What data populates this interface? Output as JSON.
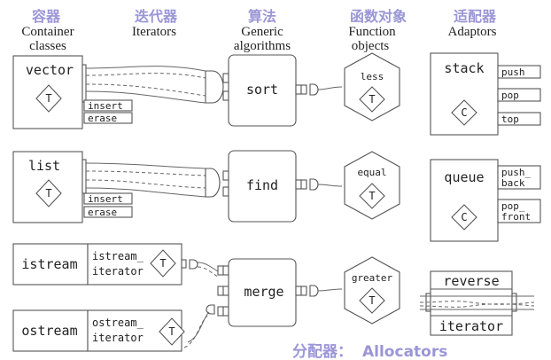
{
  "headers": {
    "containers": {
      "cn": "容器",
      "en_line1": "Container",
      "en_line2": "classes"
    },
    "iterators": {
      "cn": "迭代器",
      "en": "Iterators"
    },
    "algorithms": {
      "cn": "算法",
      "en_line1": "Generic",
      "en_line2": "algorithms"
    },
    "function_objects": {
      "cn": "函数对象",
      "en_line1": "Function",
      "en_line2": "objects"
    },
    "adaptors": {
      "cn": "适配器",
      "en": "Adaptors"
    }
  },
  "containers": {
    "vector": {
      "label": "vector",
      "type_param": "T",
      "methods": [
        "insert",
        "erase"
      ]
    },
    "list": {
      "label": "list",
      "type_param": "T",
      "methods": [
        "insert",
        "erase"
      ]
    }
  },
  "streams": {
    "istream": {
      "label": "istream",
      "iter_line1": "istream_",
      "iter_line2": "iterator",
      "type_param": "T"
    },
    "ostream": {
      "label": "ostream",
      "iter_line1": "ostream_",
      "iter_line2": "iterator",
      "type_param": "T"
    }
  },
  "algorithms": {
    "sort": "sort",
    "find": "find",
    "merge": "merge"
  },
  "function_objects": {
    "less": {
      "label": "less",
      "type_param": "T"
    },
    "equal": {
      "label": "equal",
      "type_param": "T"
    },
    "greater": {
      "label": "greater",
      "type_param": "T"
    }
  },
  "adaptors": {
    "stack": {
      "label": "stack",
      "type_param": "C",
      "methods": [
        "push",
        "pop",
        "top"
      ]
    },
    "queue": {
      "label": "queue",
      "type_param": "C",
      "methods": [
        "push_",
        "back",
        "pop_",
        "front"
      ]
    },
    "reverse_iterator": {
      "line1": "reverse",
      "line2": "iterator"
    }
  },
  "allocators": {
    "cn": "分配器：",
    "en": "Allocators"
  }
}
